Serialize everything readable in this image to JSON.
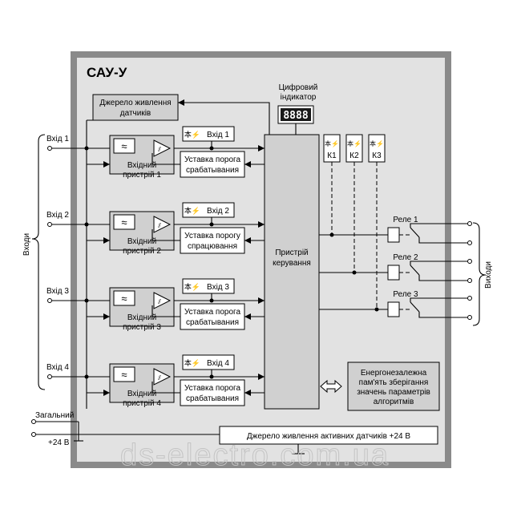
{
  "device": {
    "title": "САУ-У",
    "sensor_supply": [
      "Джерело живлення",
      "датчиків"
    ],
    "indicator_label": [
      "Цифровий",
      "індикатор"
    ],
    "indicator_digits": "8888",
    "control_unit": [
      "Пристрій",
      "керування"
    ],
    "memory": [
      "Енергонезалежна",
      "пам'ять зберігання",
      "значень параметрів",
      "алгоритмів"
    ],
    "active_supply": "Джерело живлення активних датчиків +24 В"
  },
  "channels": [
    {
      "input": "Вхід 1",
      "device": [
        "Вхідний",
        "пристрій  1"
      ],
      "led": "Вхід 1",
      "setpoint": [
        "Уставка порога",
        "срабатывания"
      ]
    },
    {
      "input": "Вхід 2",
      "device": [
        "Вхідний",
        "пристрій  2"
      ],
      "led": "Вхід 2",
      "setpoint": [
        "Уставка порогу",
        "спрацювання"
      ]
    },
    {
      "input": "Вхід 3",
      "device": [
        "Вхідний",
        "пристрій  3"
      ],
      "led": "Вхід 3",
      "setpoint": [
        "Уставка порога",
        "срабатывания"
      ]
    },
    {
      "input": "Вхід 4",
      "device": [
        "Вхідний",
        "пристрій  4"
      ],
      "led": "Вхід 4",
      "setpoint": [
        "Уставка порога",
        "срабатывания"
      ]
    }
  ],
  "symbols": {
    "filter": "≈",
    "comparator": "⫽",
    "led": "本⚡"
  },
  "relay_leds": [
    "К1",
    "К2",
    "К3"
  ],
  "relays": [
    "Реле 1",
    "Реле 2",
    "Реле 3"
  ],
  "labels": {
    "inputs": "Входи",
    "outputs": "Виходи",
    "common": "Загальний",
    "plus24": "+24 В",
    "watermark": "ds-electro.com.ua"
  }
}
